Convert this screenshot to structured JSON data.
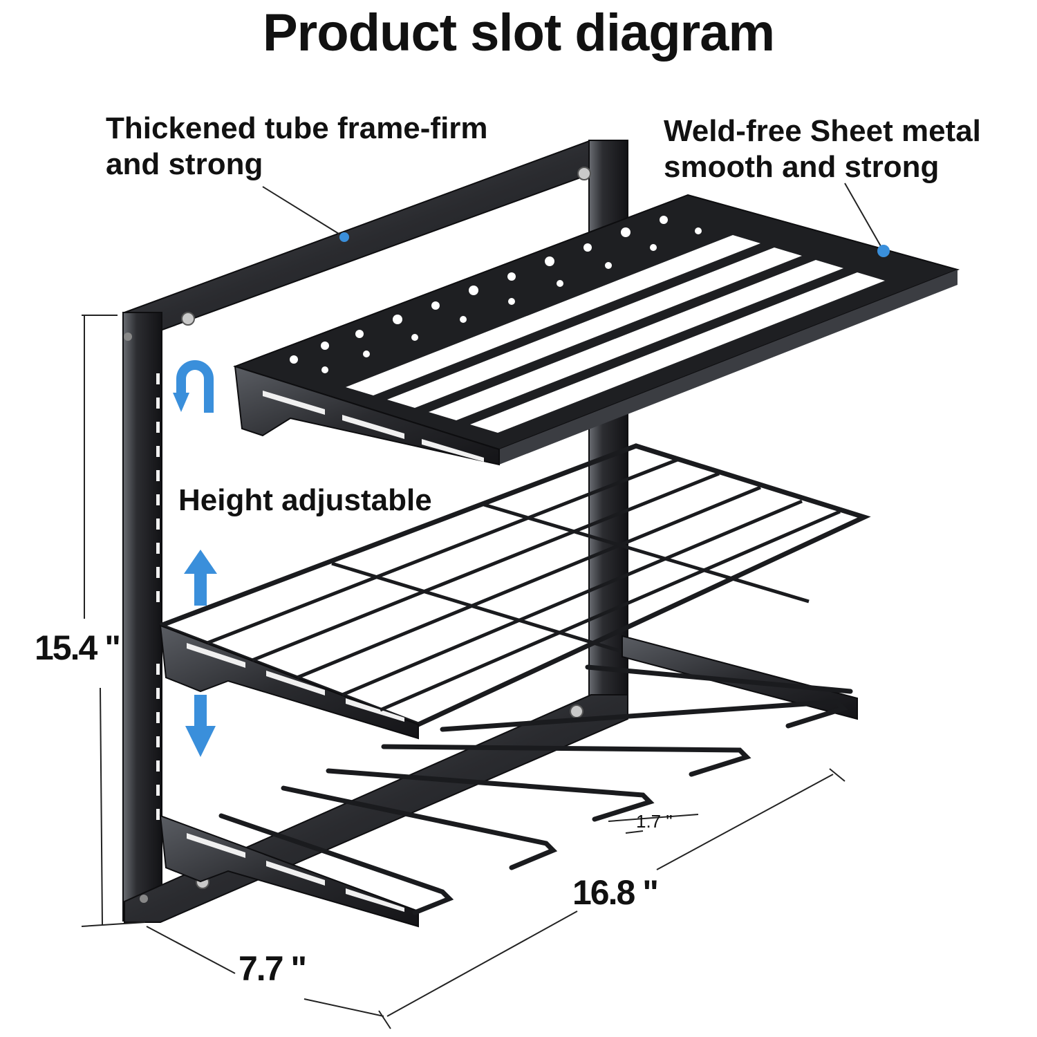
{
  "title": "Product slot diagram",
  "callouts": {
    "frame": {
      "line1": "Thickened tube frame-firm",
      "line2": "and strong"
    },
    "sheet": {
      "line1": "Weld-free Sheet metal",
      "line2": "smooth and strong"
    },
    "height": "Height adjustable"
  },
  "dimensions": {
    "height": "15.4 \"",
    "depth": "7.7 \"",
    "width": "16.8 \"",
    "slot": "1.7 \""
  },
  "colors": {
    "frame": "#1c1d20",
    "frame_highlight": "#55585e",
    "accent_blue": "#3a8fdb",
    "dimension_line": "#222222"
  },
  "icons": {
    "hook": "u-turn-arrow-icon",
    "up": "arrow-up-icon",
    "down": "arrow-down-icon"
  }
}
